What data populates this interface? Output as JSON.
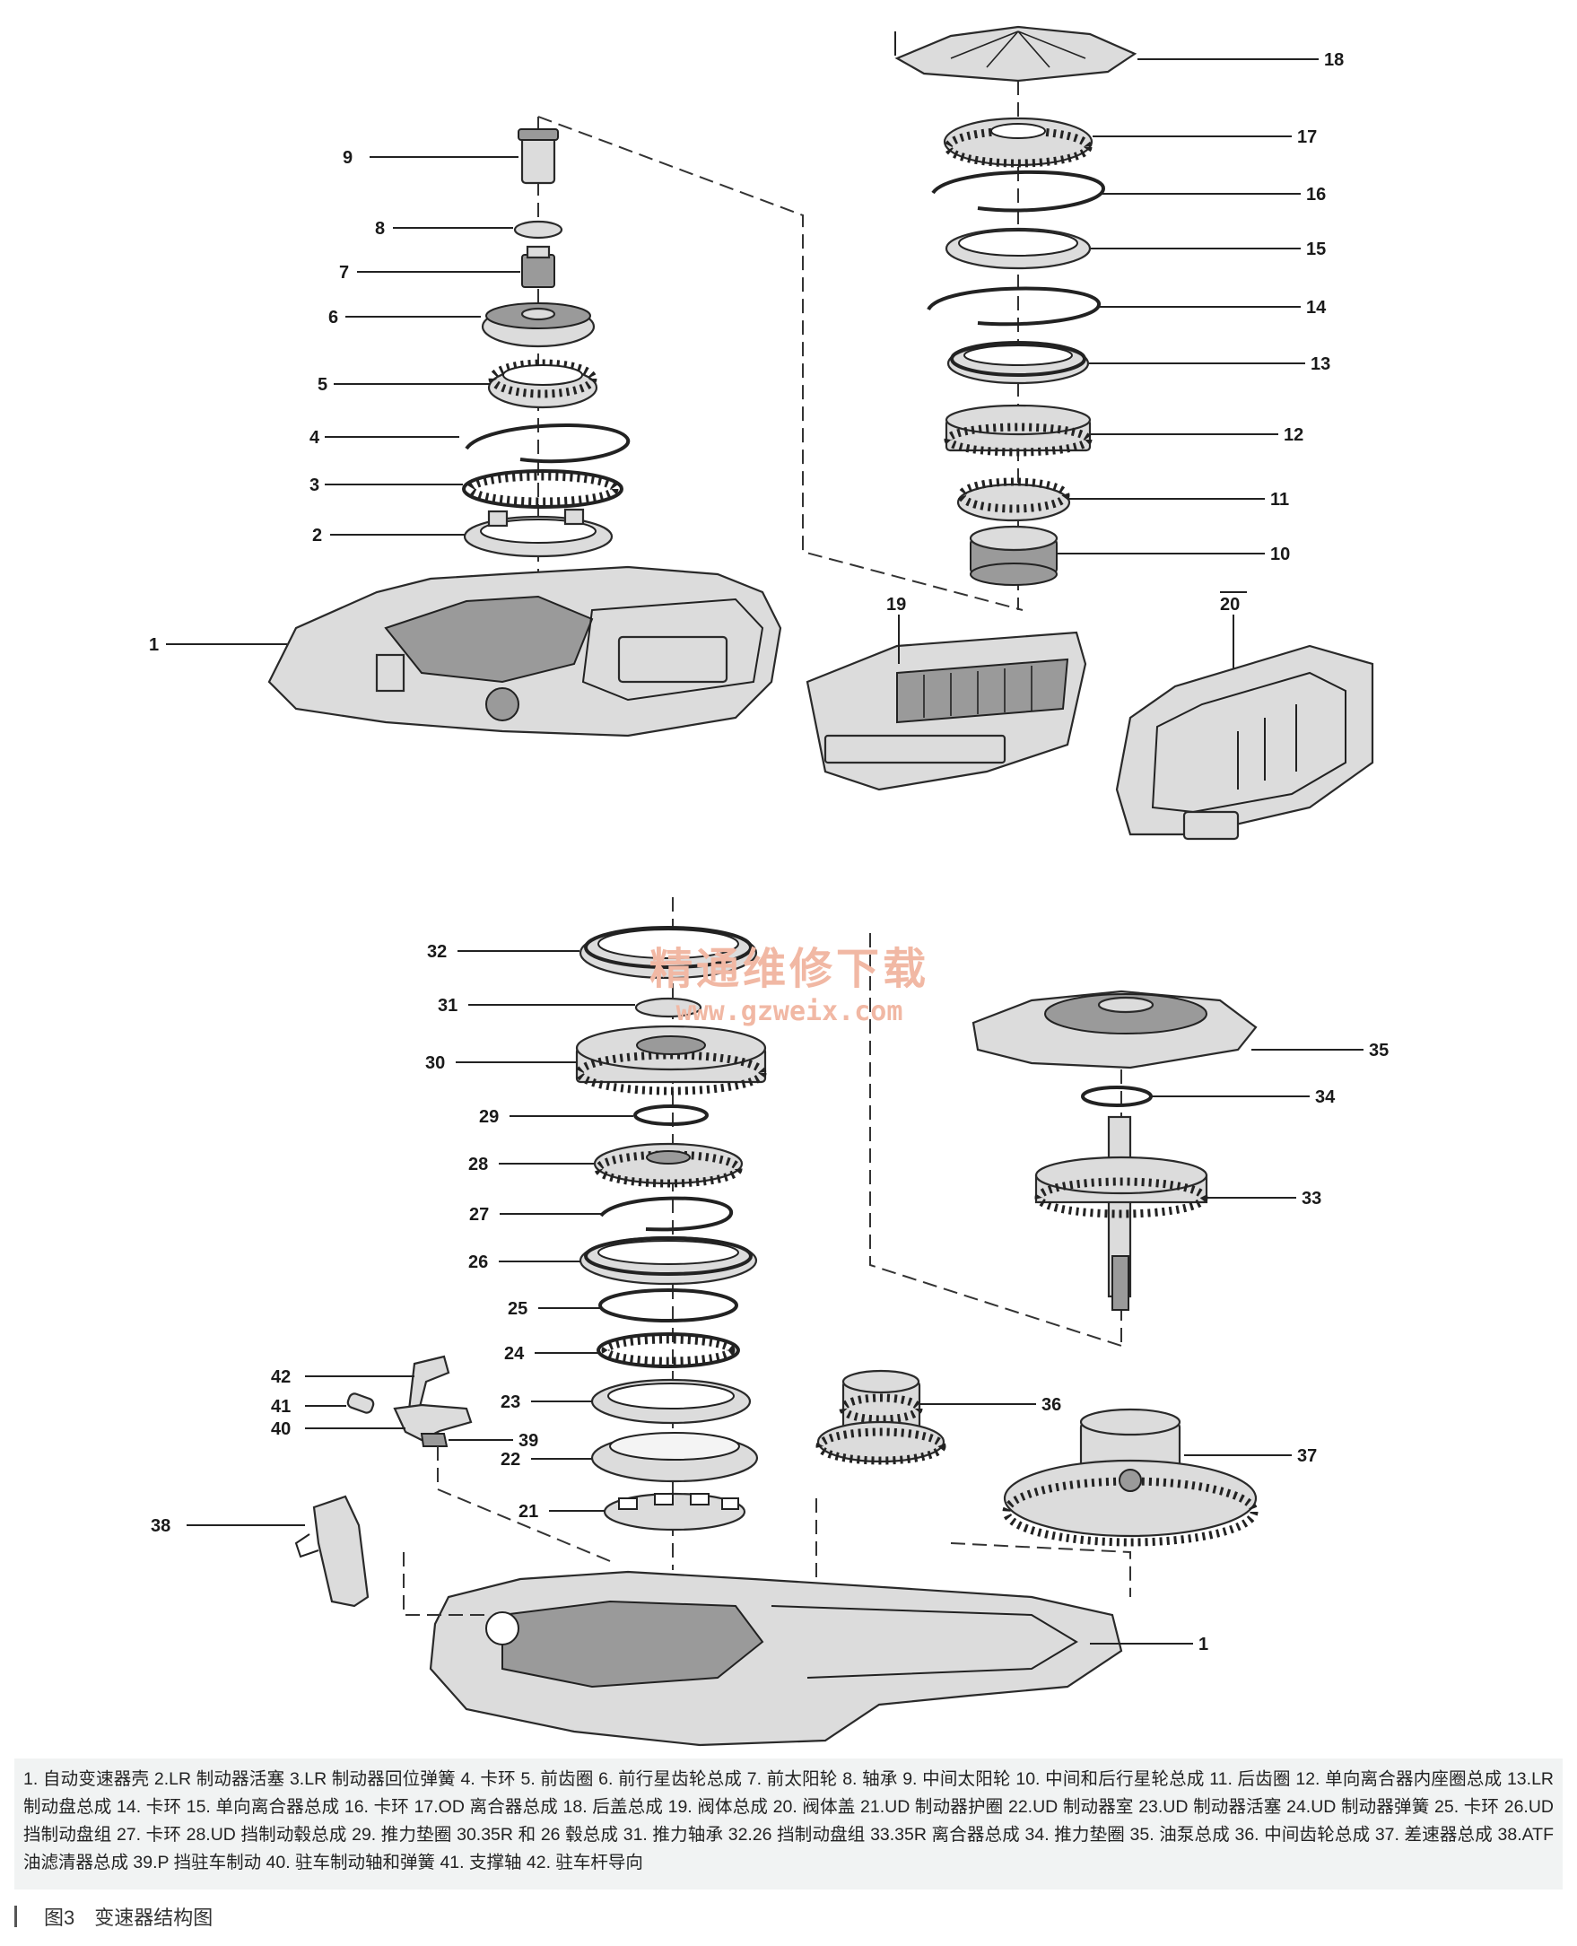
{
  "callouts": [
    "1",
    "2",
    "3",
    "4",
    "5",
    "6",
    "7",
    "8",
    "9",
    "10",
    "11",
    "12",
    "13",
    "14",
    "15",
    "16",
    "17",
    "18",
    "19",
    "20",
    "21",
    "22",
    "23",
    "24",
    "25",
    "26",
    "27",
    "28",
    "29",
    "30",
    "31",
    "32",
    "33",
    "34",
    "35",
    "36",
    "37",
    "38",
    "39",
    "40",
    "41",
    "42"
  ],
  "legend": "1. 自动变速器壳 2.LR 制动器活塞 3.LR 制动器回位弹簧 4. 卡环 5. 前齿圈 6. 前行星齿轮总成 7. 前太阳轮 8. 轴承 9. 中间太阳轮 10. 中间和后行星轮总成 11. 后齿圈 12. 单向离合器内座圈总成 13.LR 制动盘总成 14. 卡环 15. 单向离合器总成 16. 卡环 17.OD 离合器总成 18. 后盖总成 19. 阀体总成 20. 阀体盖 21.UD 制动器护圈 22.UD 制动器室 23.UD 制动器活塞 24.UD 制动器弹簧 25. 卡环 26.UD 挡制动盘组 27. 卡环 28.UD 挡制动毂总成 29. 推力垫圈 30.35R 和 26 毂总成 31. 推力轴承 32.26 挡制动盘组 33.35R 离合器总成 34. 推力垫圈 35. 油泵总成 36. 中间齿轮总成 37. 差速器总成 38.ATF 油滤清器总成 39.P 挡驻车制动 40. 驻车制动轴和弹簧 41. 支撑轴 42. 驻车杆导向",
  "caption": "图3　变速器结构图",
  "watermark": {
    "line1": "精通维修下载",
    "line2": "www.gzweix.com"
  }
}
